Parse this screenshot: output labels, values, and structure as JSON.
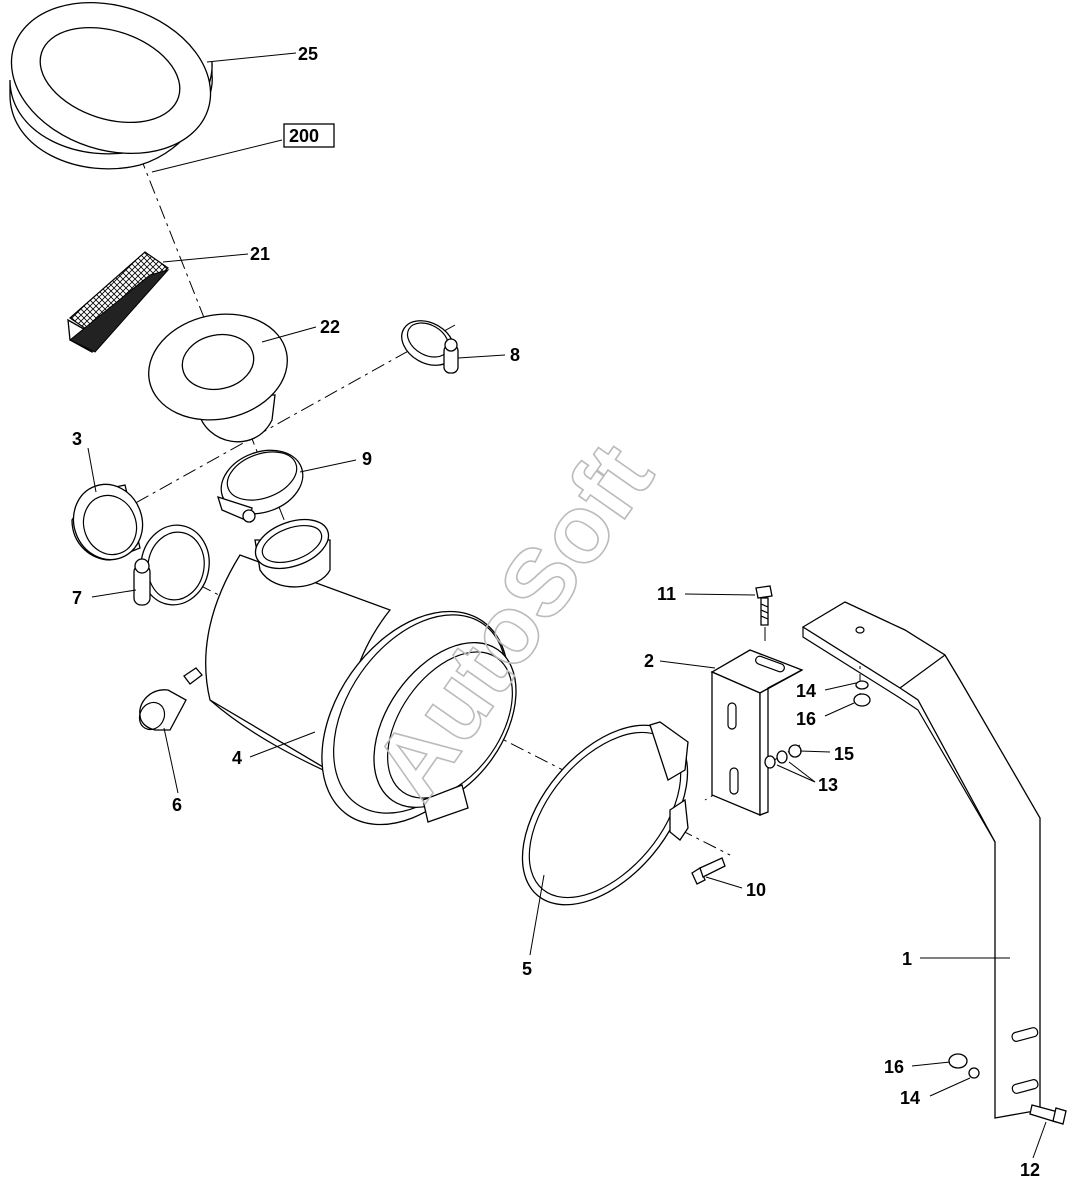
{
  "watermark": "AutoSoft",
  "callouts": {
    "c25": "25",
    "c200": "200",
    "c21": "21",
    "c22": "22",
    "c8": "8",
    "c3": "3",
    "c9": "9",
    "c7": "7",
    "c4": "4",
    "c6": "6",
    "c11": "11",
    "c2": "2",
    "c14a": "14",
    "c16a": "16",
    "c15": "15",
    "c13": "13",
    "c10": "10",
    "c5": "5",
    "c1": "1",
    "c16b": "16",
    "c14b": "14",
    "c12": "12"
  }
}
